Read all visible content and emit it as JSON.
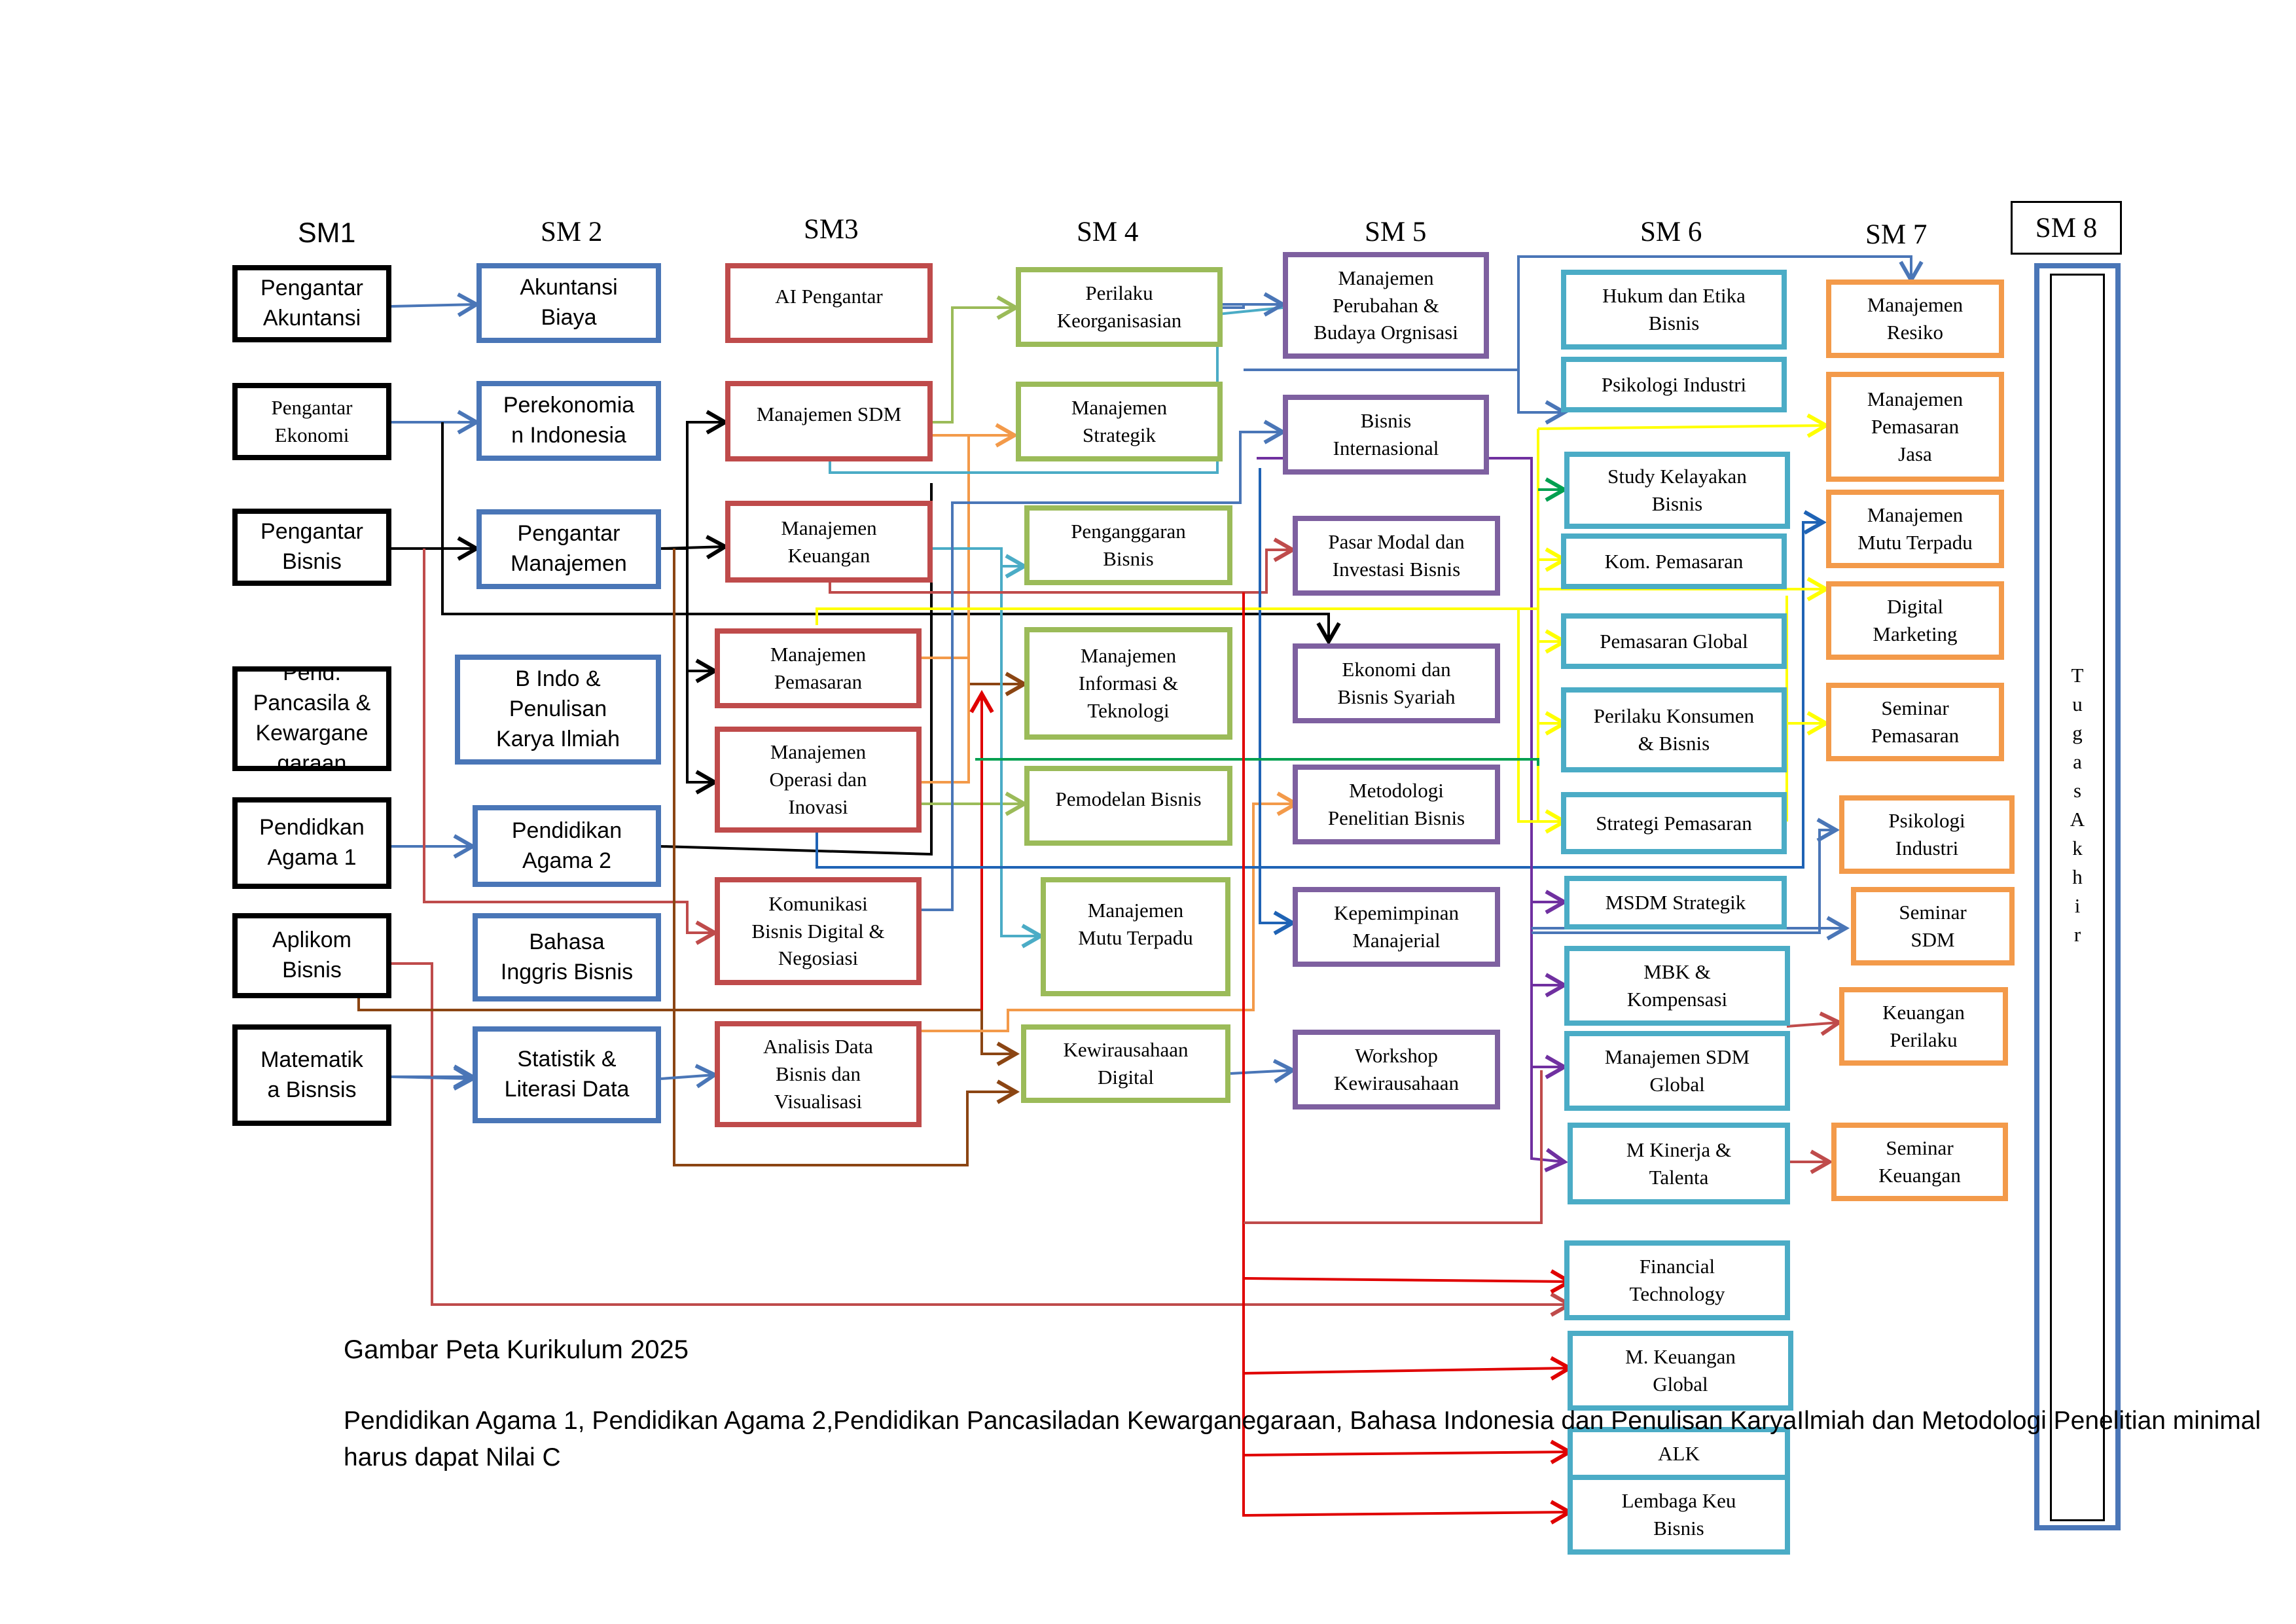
{
  "semesters": {
    "sm1": "SM1",
    "sm2": "SM 2",
    "sm3": "SM3",
    "sm4": "SM 4",
    "sm5": "SM 5",
    "sm6": "SM 6",
    "sm7": "SM 7",
    "sm8": "SM 8"
  },
  "sm1": {
    "pengantar_akuntansi": [
      "Pengantar",
      "Akuntansi"
    ],
    "pengantar_ekonomi": [
      "Pengantar",
      "Ekonomi"
    ],
    "pengantar_bisnis": [
      "Pengantar",
      "Bisnis"
    ],
    "pend_pancasila": [
      "Pend.",
      "Pancasila &",
      "Kewargane",
      "garaan"
    ],
    "pendidikan_agama_1": [
      "Pendidkan",
      "Agama 1"
    ],
    "aplikom_bisnis": [
      "Aplikom",
      "Bisnis"
    ],
    "matematika_bisnis": [
      "Matematik",
      "a Bisnsis"
    ]
  },
  "sm2": {
    "akuntansi_biaya": [
      "Akuntansi",
      "Biaya"
    ],
    "perekonomian_indonesia": [
      "Perekonomia",
      "n Indonesia"
    ],
    "pengantar_manajemen": [
      "Pengantar",
      "Manajemen"
    ],
    "b_indo": [
      "B Indo &",
      "Penulisan",
      "Karya Ilmiah"
    ],
    "pendidikan_agama_2": [
      "Pendidikan",
      "Agama 2"
    ],
    "bahasa_inggris": [
      "Bahasa",
      "Inggris Bisnis"
    ],
    "statistik": [
      "Statistik &",
      "Literasi Data"
    ]
  },
  "sm3": {
    "ai_pengantar": [
      "AI Pengantar"
    ],
    "manajemen_sdm": [
      "Manajemen SDM"
    ],
    "manajemen_keuangan": [
      "Manajemen",
      "Keuangan"
    ],
    "manajemen_pemasaran": [
      "Manajemen",
      "Pemasaran"
    ],
    "manajemen_operasi": [
      "Manajemen",
      "Operasi dan",
      "Inovasi"
    ],
    "komunikasi_bisnis": [
      "Komunikasi",
      "Bisnis Digital &",
      "Negosiasi"
    ],
    "analisis_data": [
      "Analisis Data",
      "Bisnis dan",
      "Visualisasi"
    ]
  },
  "sm4": {
    "perilaku_keorganisasian": [
      "Perilaku",
      "Keorganisasian"
    ],
    "manajemen_strategik": [
      "Manajemen",
      "Strategik"
    ],
    "penganggaran_bisnis": [
      "Penganggaran",
      "Bisnis"
    ],
    "manajemen_informasi": [
      "Manajemen",
      "Informasi &",
      "Teknologi"
    ],
    "pemodelan_bisnis": [
      "Pemodelan Bisnis"
    ],
    "manajemen_mutu": [
      "Manajemen",
      "Mutu Terpadu"
    ],
    "kewirausahaan_digital": [
      "Kewirausahaan",
      "Digital"
    ]
  },
  "sm5": {
    "manajemen_perubahan": [
      "Manajemen",
      "Perubahan &",
      "Budaya Orgnisasi"
    ],
    "bisnis_internasional": [
      "Bisnis",
      "Internasional"
    ],
    "pasar_modal": [
      "Pasar Modal dan",
      "Investasi Bisnis"
    ],
    "ekonomi_syariah": [
      "Ekonomi dan",
      "Bisnis Syariah"
    ],
    "metodologi_penelitian": [
      "Metodologi",
      "Penelitian Bisnis"
    ],
    "kepemimpinan": [
      "Kepemimpinan",
      "Manajerial"
    ],
    "workshop_kewirausahaan": [
      "Workshop",
      "Kewirausahaan"
    ]
  },
  "sm6": {
    "hukum_etika": [
      "Hukum dan Etika",
      "Bisnis"
    ],
    "psikologi_industri": [
      "Psikologi Industri"
    ],
    "study_kelayakan": [
      "Study Kelayakan",
      "Bisnis"
    ],
    "kom_pemasaran": [
      "Kom. Pemasaran"
    ],
    "pemasaran_global": [
      "Pemasaran Global"
    ],
    "perilaku_konsumen": [
      "Perilaku Konsumen",
      "& Bisnis"
    ],
    "strategi_pemasaran": [
      "Strategi Pemasaran"
    ],
    "msdm_strategik": [
      "MSDM Strategik"
    ],
    "mbk_kompensasi": [
      "MBK &",
      "Kompensasi"
    ],
    "manajemen_sdm_global": [
      "Manajemen SDM",
      "Global"
    ],
    "m_kinerja": [
      "M Kinerja &",
      "Talenta"
    ],
    "financial_technology": [
      "Financial",
      "Technology"
    ],
    "m_keuangan_global": [
      "M. Keuangan",
      "Global"
    ],
    "alk": [
      "ALK"
    ],
    "lembaga_keuangan": [
      "Lembaga Keu",
      "Bisnis"
    ]
  },
  "sm7": {
    "manajemen_resiko": [
      "Manajemen",
      "Resiko"
    ],
    "manajemen_pemasaran_jasa": [
      "Manajemen",
      "Pemasaran",
      "Jasa"
    ],
    "manajemen_mutu_terpadu": [
      "Manajemen",
      "Mutu Terpadu"
    ],
    "digital_marketing": [
      "Digital",
      "Marketing"
    ],
    "seminar_pemasaran": [
      "Seminar",
      "Pemasaran"
    ],
    "psikologi_industri": [
      "Psikologi",
      "Industri"
    ],
    "seminar_sdm": [
      "Seminar",
      "SDM"
    ],
    "keuangan_perilaku": [
      "Keuangan",
      "Perilaku"
    ],
    "seminar_keuangan": [
      "Seminar",
      "Keuangan"
    ]
  },
  "sm8": {
    "tugas_akhir": [
      "T",
      "u",
      "g",
      "a",
      "s",
      "A",
      "k",
      "h",
      "i",
      "r"
    ]
  },
  "caption": {
    "title": "Gambar Peta Kurikulum 2025",
    "note_lines": [
      "Pendidikan Agama 1,  Pendidikan Agama 2,Pendidikan Pancasila",
      "dan Kewarganegaraan, Bahasa Indonesia dan Penulisan Karya",
      "Ilmiah dan Metodologi Penelitian minimal harus dapat Nilai C"
    ]
  },
  "colors": {
    "black": "#000000",
    "blue": "#4a76b7",
    "red": "#bf4b4b",
    "green": "#9bbb59",
    "purple": "#7e60a0",
    "teal": "#4bacc6",
    "orange": "#f39a4a",
    "yellow": "#ffff00",
    "bright_red": "#e00000",
    "brown": "#8b4513"
  }
}
